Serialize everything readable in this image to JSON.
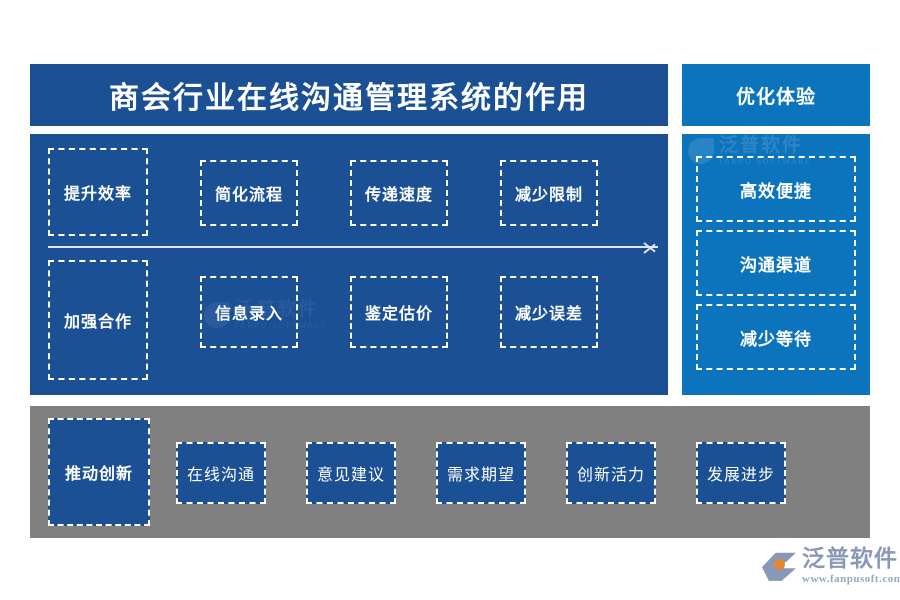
{
  "colors": {
    "dark_blue": "#1b5095",
    "light_blue": "#0b74bd",
    "gray": "#808080",
    "white": "#ffffff",
    "logo_blue_gray": "#8a98b8",
    "logo_orange": "#e3872f"
  },
  "header": {
    "title": "商会行业在线沟通管理系统的作用",
    "right_badge": "优化体验"
  },
  "main_panel": {
    "row1": [
      {
        "label": "提升效率"
      },
      {
        "label": "简化流程"
      },
      {
        "label": "传递速度"
      },
      {
        "label": "减少限制"
      }
    ],
    "row2": [
      {
        "label": "加强合作"
      },
      {
        "label": "信息录入"
      },
      {
        "label": "鉴定估价"
      },
      {
        "label": "减少误差"
      }
    ],
    "arrow": "right-arrow"
  },
  "right_panel": {
    "items": [
      {
        "label": "高效便捷"
      },
      {
        "label": "沟通渠道"
      },
      {
        "label": "减少等待"
      }
    ]
  },
  "bottom_band": {
    "items": [
      {
        "label": "推动创新"
      },
      {
        "label": "在线沟通"
      },
      {
        "label": "意见建议"
      },
      {
        "label": "需求期望"
      },
      {
        "label": "创新活力"
      },
      {
        "label": "发展进步"
      }
    ]
  },
  "watermark": {
    "cn": "泛普软件",
    "en": "FANPU SOFTWARE"
  },
  "logo": {
    "cn": "泛普软件",
    "url": "www.fanpusoft.com"
  }
}
